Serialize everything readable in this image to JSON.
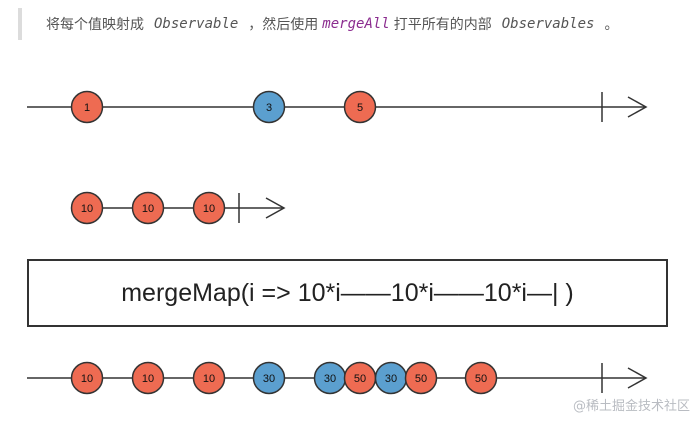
{
  "caption": {
    "part1": "将每个值映射成",
    "obs": "Observable",
    "part2": "，然后使用",
    "keyword": "mergeAll",
    "part3": "打平所有的内部",
    "obs_plural": "Observables",
    "end": "。"
  },
  "operator": {
    "label": "mergeMap(i => 10*i——10*i——10*i—| )"
  },
  "colors": {
    "orange": "#ee6b52",
    "blue": "#5b9fcf",
    "stroke": "#333333"
  },
  "timelines": {
    "source": {
      "marbles": [
        {
          "label": "1",
          "color": "orange"
        },
        {
          "label": "3",
          "color": "blue"
        },
        {
          "label": "5",
          "color": "orange"
        }
      ]
    },
    "inner": {
      "marbles": [
        {
          "label": "10",
          "color": "orange"
        },
        {
          "label": "10",
          "color": "orange"
        },
        {
          "label": "10",
          "color": "orange"
        }
      ]
    },
    "output": {
      "marbles": [
        {
          "label": "10",
          "color": "orange"
        },
        {
          "label": "10",
          "color": "orange"
        },
        {
          "label": "10",
          "color": "orange"
        },
        {
          "label": "30",
          "color": "blue"
        },
        {
          "label": "30",
          "color": "blue"
        },
        {
          "label": "50",
          "color": "orange"
        },
        {
          "label": "30",
          "color": "blue"
        },
        {
          "label": "50",
          "color": "orange"
        },
        {
          "label": "50",
          "color": "orange"
        }
      ]
    }
  },
  "watermark": "@稀土掘金技术社区"
}
